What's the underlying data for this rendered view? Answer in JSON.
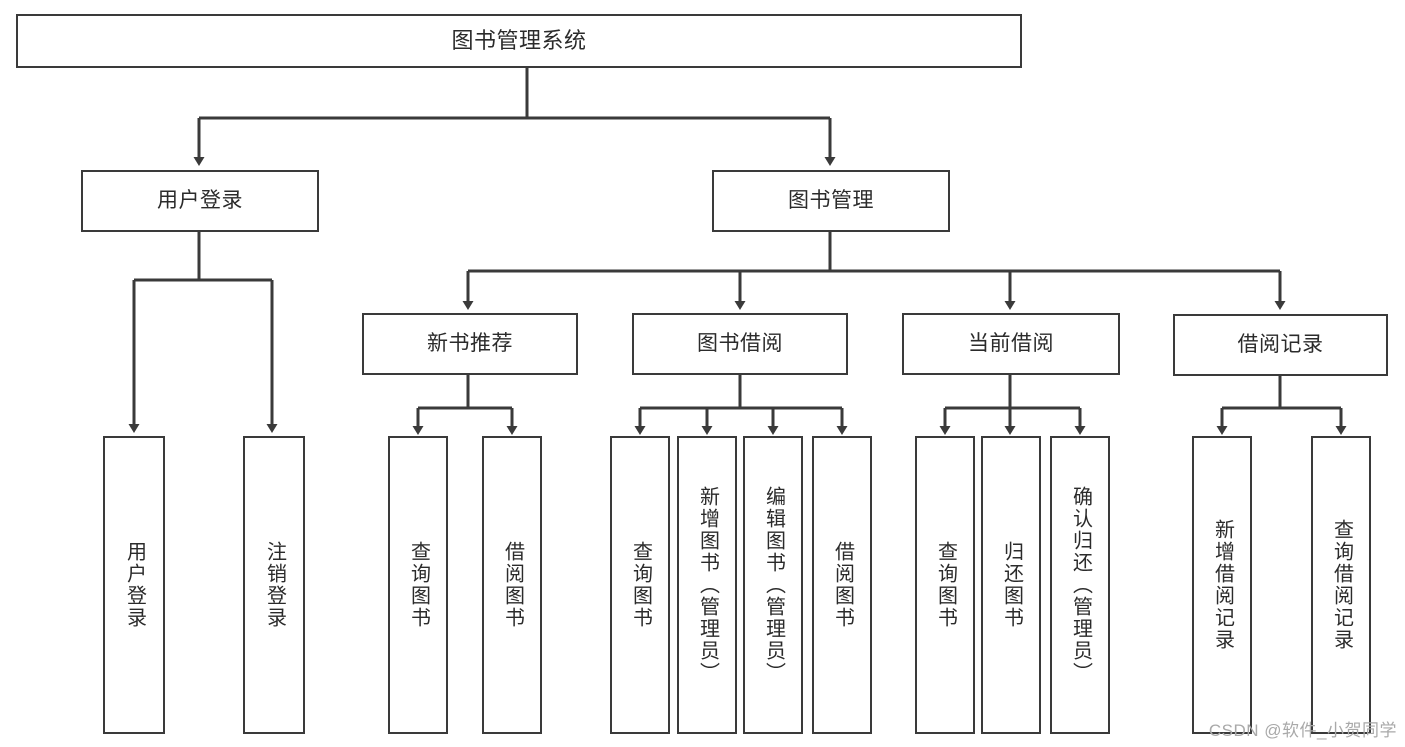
{
  "diagram": {
    "type": "tree",
    "title": "图书管理系统",
    "stroke_color": "#3a3a3a",
    "text_color": "#2b2b2b",
    "background": "#ffffff",
    "root": {
      "label": "图书管理系统"
    },
    "level2": [
      {
        "label": "用户登录"
      },
      {
        "label": "图书管理"
      }
    ],
    "level3": [
      {
        "label": "新书推荐"
      },
      {
        "label": "图书借阅"
      },
      {
        "label": "当前借阅"
      },
      {
        "label": "借阅记录"
      }
    ],
    "leaves": {
      "user_login": [
        {
          "label": "用户登录"
        },
        {
          "label": "注销登录"
        }
      ],
      "new_book": [
        {
          "label": "查询图书"
        },
        {
          "label": "借阅图书"
        }
      ],
      "book_borrow": [
        {
          "label": "查询图书"
        },
        {
          "label": "新增图书（管理员）"
        },
        {
          "label": "编辑图书（管理员）"
        },
        {
          "label": "借阅图书"
        }
      ],
      "current_borrow": [
        {
          "label": "查询图书"
        },
        {
          "label": "归还图书"
        },
        {
          "label": "确认归还（管理员）"
        }
      ],
      "borrow_record": [
        {
          "label": "新增借阅记录"
        },
        {
          "label": "查询借阅记录"
        }
      ]
    }
  },
  "watermark": {
    "text": "CSDN @软件_小贺同学"
  }
}
